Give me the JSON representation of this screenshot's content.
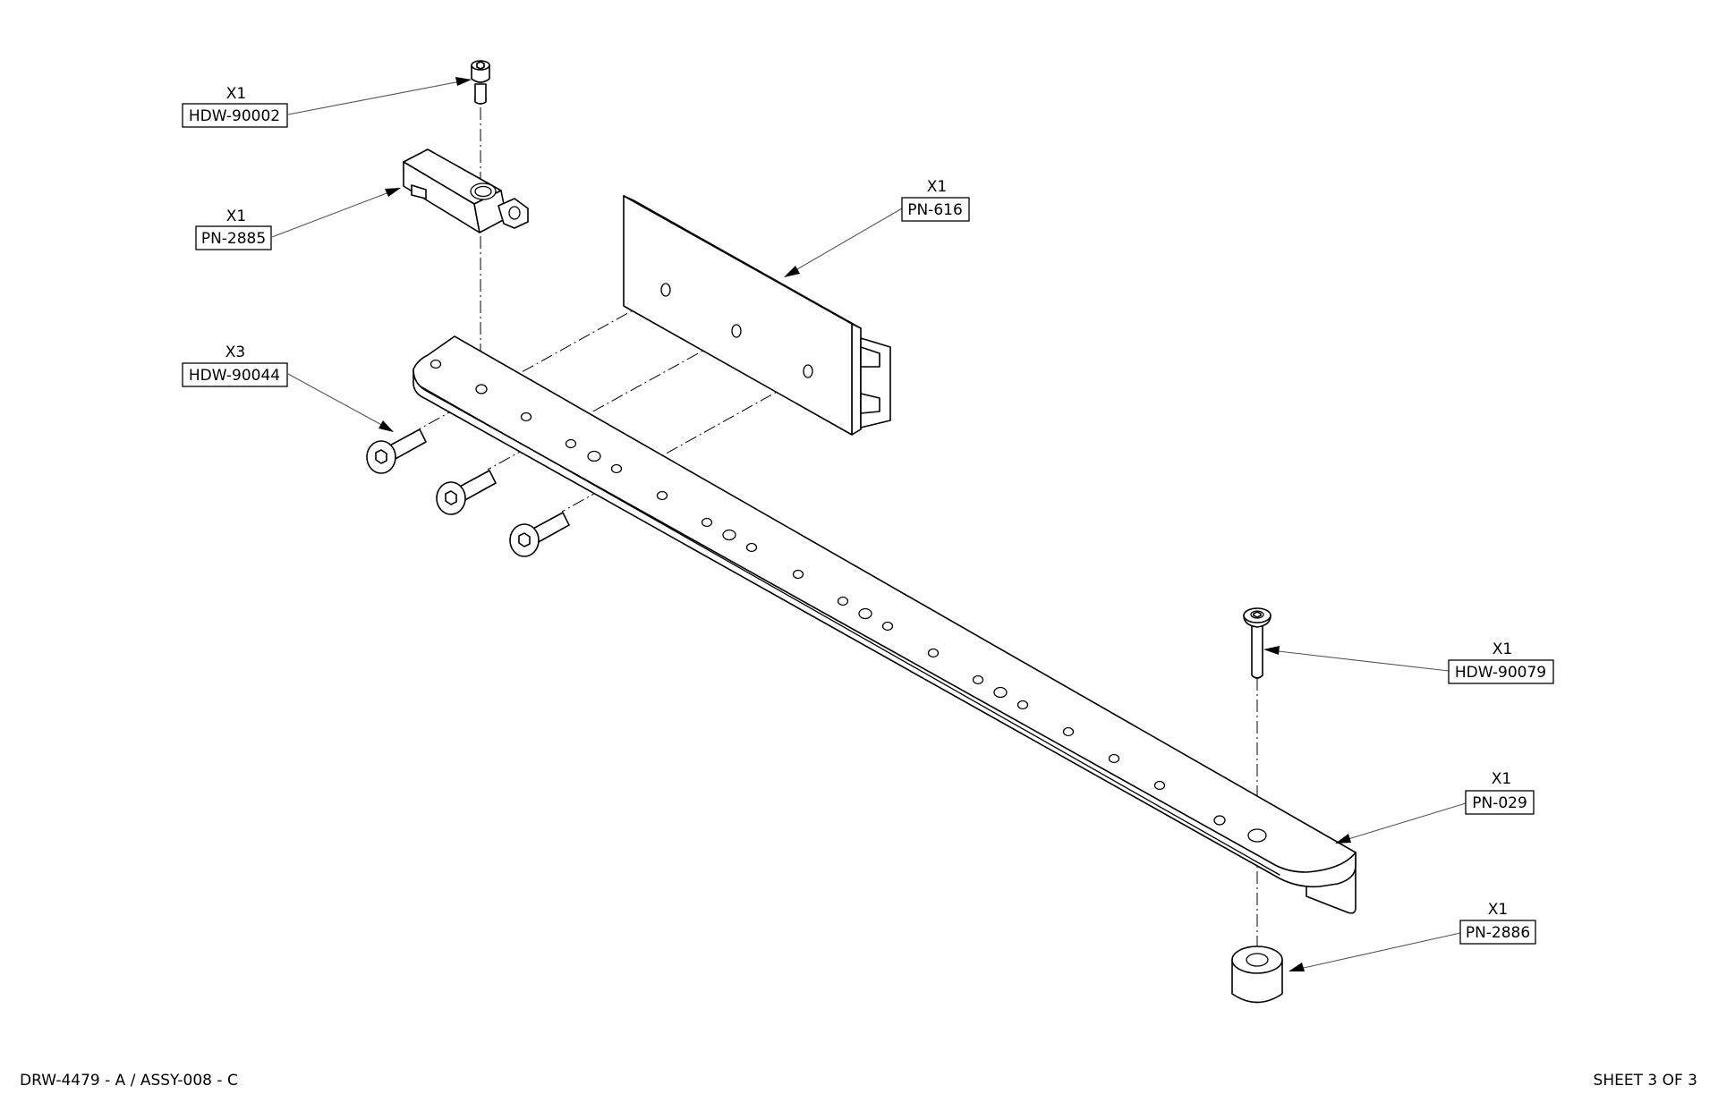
{
  "callouts": [
    {
      "qty": "X1",
      "part_number": "HDW-90002"
    },
    {
      "qty": "X1",
      "part_number": "PN-2885"
    },
    {
      "qty": "X3",
      "part_number": "HDW-90044"
    },
    {
      "qty": "X1",
      "part_number": "PN-616"
    },
    {
      "qty": "X1",
      "part_number": "HDW-90079"
    },
    {
      "qty": "X1",
      "part_number": "PN-029"
    },
    {
      "qty": "X1",
      "part_number": "PN-2886"
    }
  ],
  "footer": {
    "drawing_ref": "DRW-4479 - A / ASSY-008 - C",
    "sheet": "SHEET 3 OF 3"
  }
}
